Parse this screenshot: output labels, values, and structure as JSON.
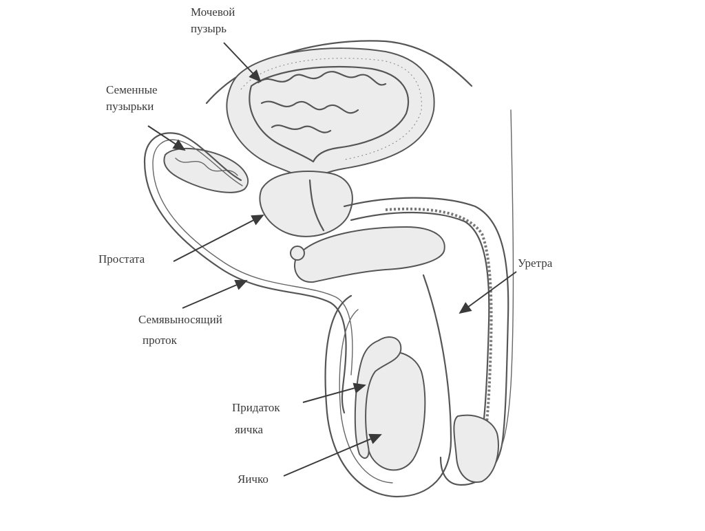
{
  "labels": {
    "bladder": [
      "Мочевой",
      "пузырь"
    ],
    "vesicles": [
      "Семенные",
      "пузырьки"
    ],
    "prostate": "Простата",
    "vas_deferens": [
      "Семявыносящий",
      "проток"
    ],
    "epididymis": [
      "Придаток",
      "яичка"
    ],
    "testis": "Яичко",
    "urethra": "Уретра"
  }
}
